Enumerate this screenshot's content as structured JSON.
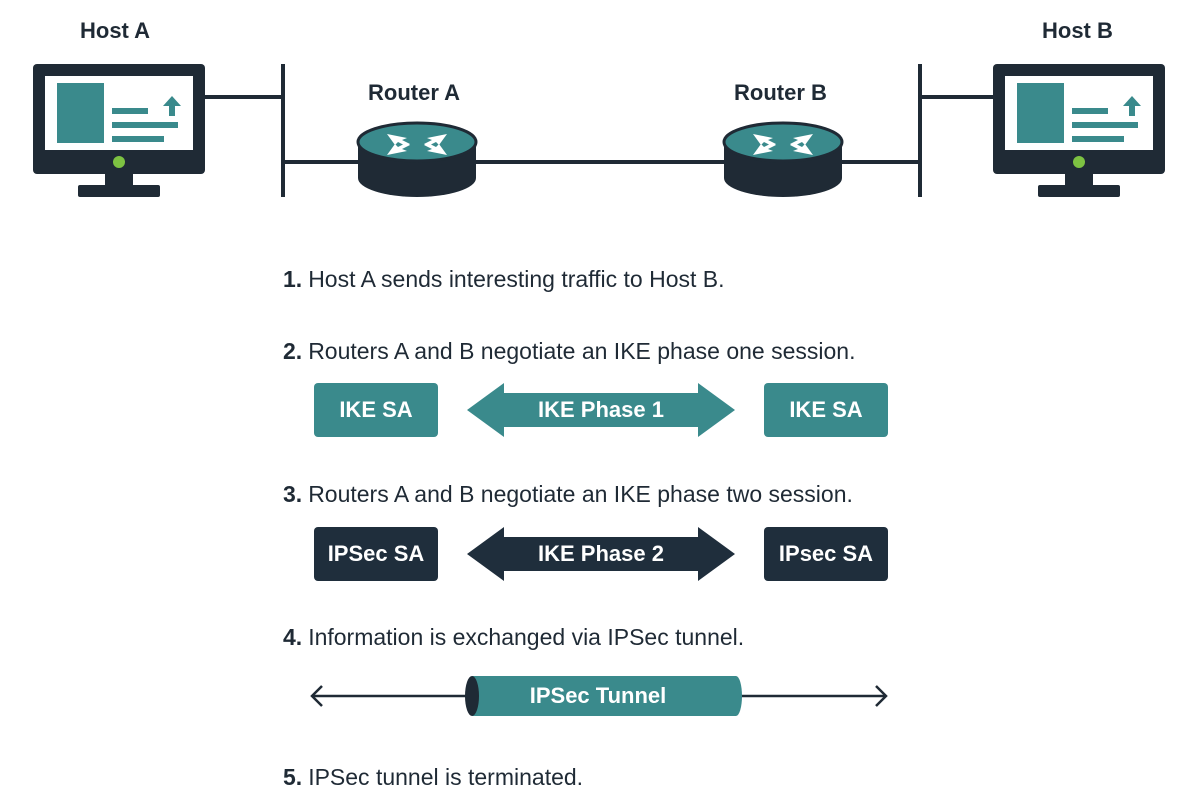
{
  "colors": {
    "teal": "#3a8a8c",
    "dark": "#1f2e3c",
    "line": "#1f2a35",
    "screen_fill": "#3a8a8c",
    "power_led": "#7dc242"
  },
  "hosts": {
    "a": {
      "label": "Host A",
      "icon": "computer-monitor-icon"
    },
    "b": {
      "label": "Host B",
      "icon": "computer-monitor-icon"
    }
  },
  "routers": {
    "a": {
      "label": "Router A",
      "icon": "router-icon"
    },
    "b": {
      "label": "Router B",
      "icon": "router-icon"
    }
  },
  "steps": [
    {
      "num": "1.",
      "text": "Host A sends interesting traffic to Host B."
    },
    {
      "num": "2.",
      "text": "Routers A and B negotiate an IKE phase one session."
    },
    {
      "num": "3.",
      "text": "Routers A and B negotiate an IKE phase two session."
    },
    {
      "num": "4.",
      "text": "Information is exchanged via IPSec tunnel."
    },
    {
      "num": "5.",
      "text": "IPSec tunnel is terminated."
    }
  ],
  "phase1": {
    "left": "IKE SA",
    "arrow": "IKE Phase 1",
    "right": "IKE SA"
  },
  "phase2": {
    "left": "IPSec SA",
    "arrow": "IKE Phase 2",
    "right": "IPsec SA"
  },
  "tunnel": {
    "label": "IPSec Tunnel"
  }
}
